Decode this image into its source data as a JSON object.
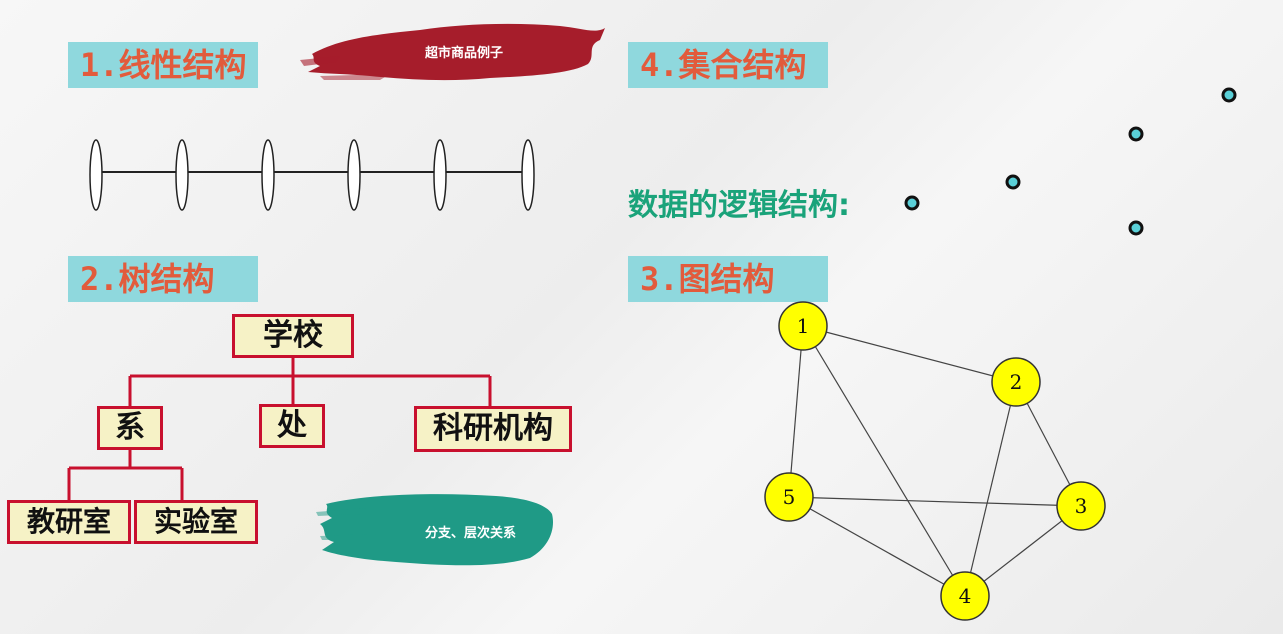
{
  "headings": {
    "linear": "1.线性结构",
    "tree": "2.树结构",
    "graph": "3.图结构",
    "set": "4.集合结构"
  },
  "brush_notes": {
    "linear": "超市商品例子",
    "tree": "分支、层次关系"
  },
  "logic_title": "数据的逻辑结构:",
  "tree": {
    "root": "学校",
    "level1": [
      "系",
      "处",
      "科研机构"
    ],
    "level2": [
      "教研室",
      "实验室"
    ]
  },
  "graph": {
    "nodes": [
      "1",
      "2",
      "3",
      "4",
      "5"
    ],
    "edges": [
      [
        "1",
        "2"
      ],
      [
        "1",
        "4"
      ],
      [
        "1",
        "5"
      ],
      [
        "2",
        "3"
      ],
      [
        "2",
        "4"
      ],
      [
        "3",
        "4"
      ],
      [
        "3",
        "5"
      ],
      [
        "4",
        "5"
      ]
    ]
  },
  "colors": {
    "heading_bg": "#8fd8dd",
    "heading_text": "#e25b3c",
    "logic_title": "#1aa37a",
    "tree_border": "#c8102e",
    "tree_fill": "#f6f2c6",
    "graph_node": "#ffff00",
    "set_dot": "#5ad0d8",
    "brush_red": "#a61d2b",
    "brush_teal": "#1f9a86"
  }
}
